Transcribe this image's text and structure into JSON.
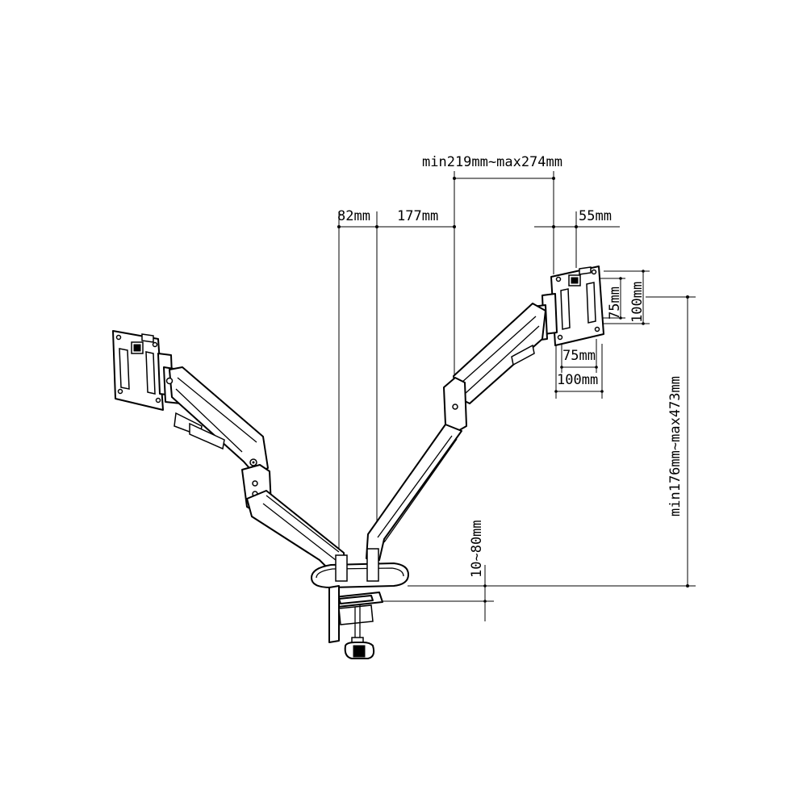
{
  "dimensions": {
    "arm_reach": "min219mm~max274mm",
    "pole_offset_left": "82mm",
    "pole_spacing": "177mm",
    "right_plate_offset": "55mm",
    "vesa_vertical_small": "75mm",
    "vesa_vertical_large": "100mm",
    "vesa_horizontal_small": "75mm",
    "vesa_horizontal_large": "100mm",
    "height_range": "min176mm~max473mm",
    "desk_thickness": "10~80mm"
  },
  "icons": {
    "monitor_plate_left": "vesa-plate-icon",
    "monitor_plate_right": "vesa-plate-icon",
    "desk_clamp": "clamp-icon"
  }
}
